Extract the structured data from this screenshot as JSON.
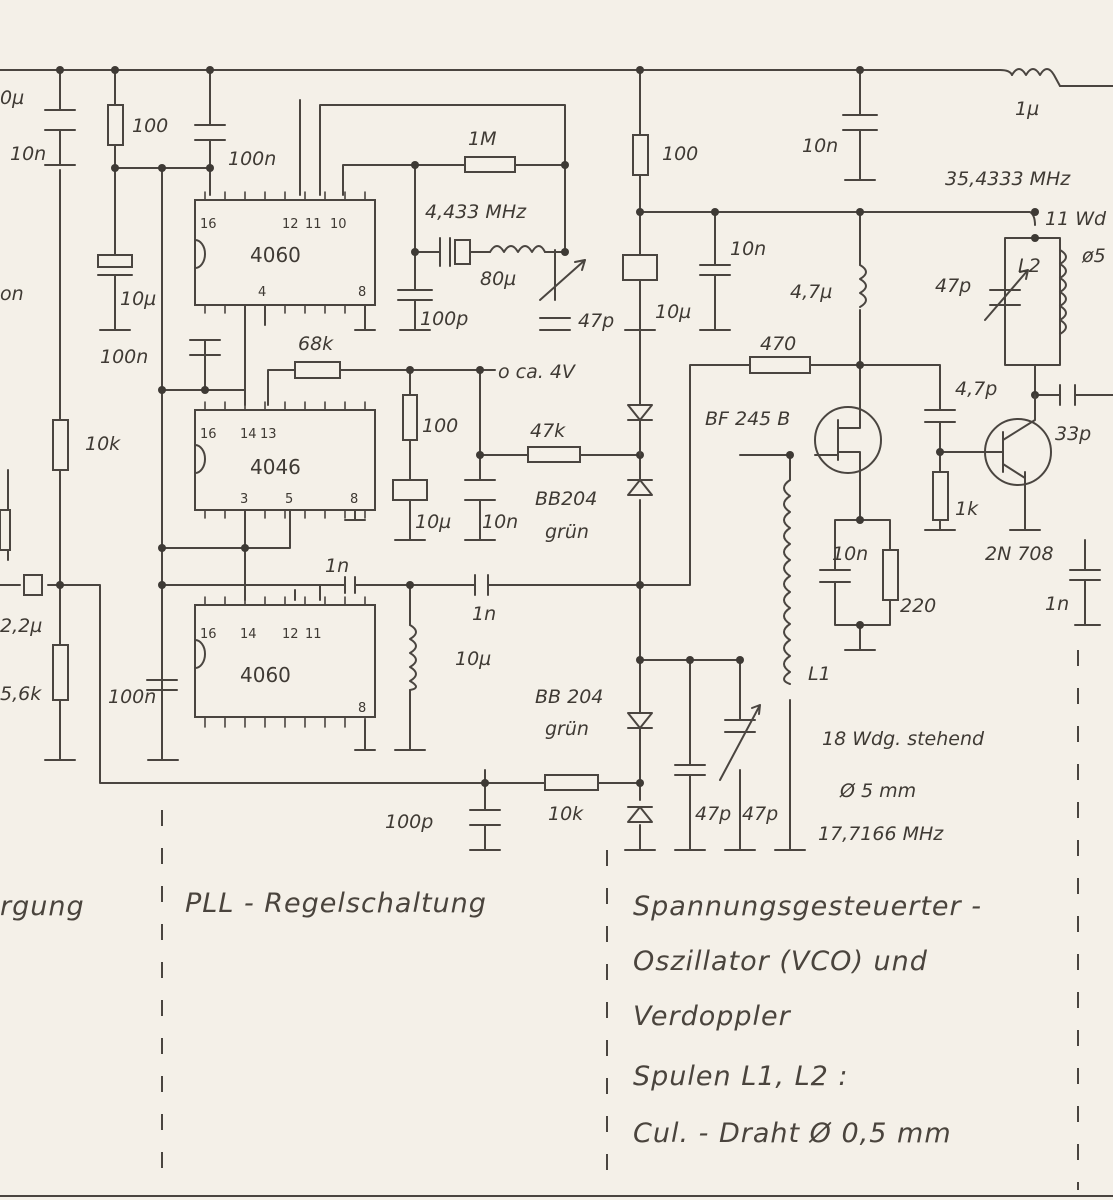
{
  "labels": {
    "cap_left_top": "10n",
    "r100_top": "100",
    "c100n_top": "100n",
    "c10u_left": "10µ",
    "c100n_left": "100n",
    "ic1": "4060",
    "ic2": "4046",
    "ic3": "4060",
    "r1M": "1M",
    "xtal": "4,433 MHz",
    "l80u": "80µ",
    "c100p_top": "100p",
    "c47p_trim": "47p",
    "r68k": "68k",
    "vref": "o ca. 4V",
    "r100_mid": "100",
    "r47k": "47k",
    "c10u_mid": "10µ",
    "c10n_mid": "10n",
    "bb204_top": "BB204",
    "gruen_top": "grün",
    "c1n_a": "1n",
    "c1n_b": "1n",
    "l10u": "10µ",
    "bb204_bot": "BB 204",
    "gruen_bot": "grün",
    "r10k_left": "10k",
    "c2_2u": "2,2µ",
    "r5_6k": "5,6k",
    "c100n_bot": "100n",
    "c100p_bot": "100p",
    "r10k_bot": "10k",
    "r100_vco": "100",
    "c10u_vco": "10µ",
    "c10n_vco": "10n",
    "l4_7u": "4,7µ",
    "r470": "470",
    "bf245": "BF 245 B",
    "c10n_src": "10n",
    "r220": "220",
    "l1": "L1",
    "c47p_a": "47p",
    "c47p_b": "47p",
    "coil_desc": "18 Wdg. stehend",
    "coil_dia": "Ø 5 mm",
    "freq_vco": "17,7166 MHz",
    "c10n_right": "10n",
    "freq_out": "35,4333 MHz",
    "l1u": "1µ",
    "wdg11": "11 Wd",
    "l2": "L2",
    "c47p_l2": "47p",
    "c4_7p": "4,7p",
    "r1k": "1k",
    "c33p": "33p",
    "t2n708": "2N 708",
    "c1n_right": "1n",
    "sec_left": "rgung",
    "sec_pll": "PLL - Regelschaltung",
    "vco_title_1": "Spannungsgesteuerter -",
    "vco_title_2": "Oszillator (VCO) und",
    "vco_title_3": "Verdoppler",
    "coil_note_1": "Spulen L1, L2 :",
    "coil_note_2": "Cul. - Draht Ø 0,5 mm",
    "edge_lbl_1": "0µ",
    "edge_lbl_2": "10n",
    "edge_lbl_3": "on",
    "edge_lbl_4": "ø5"
  }
}
